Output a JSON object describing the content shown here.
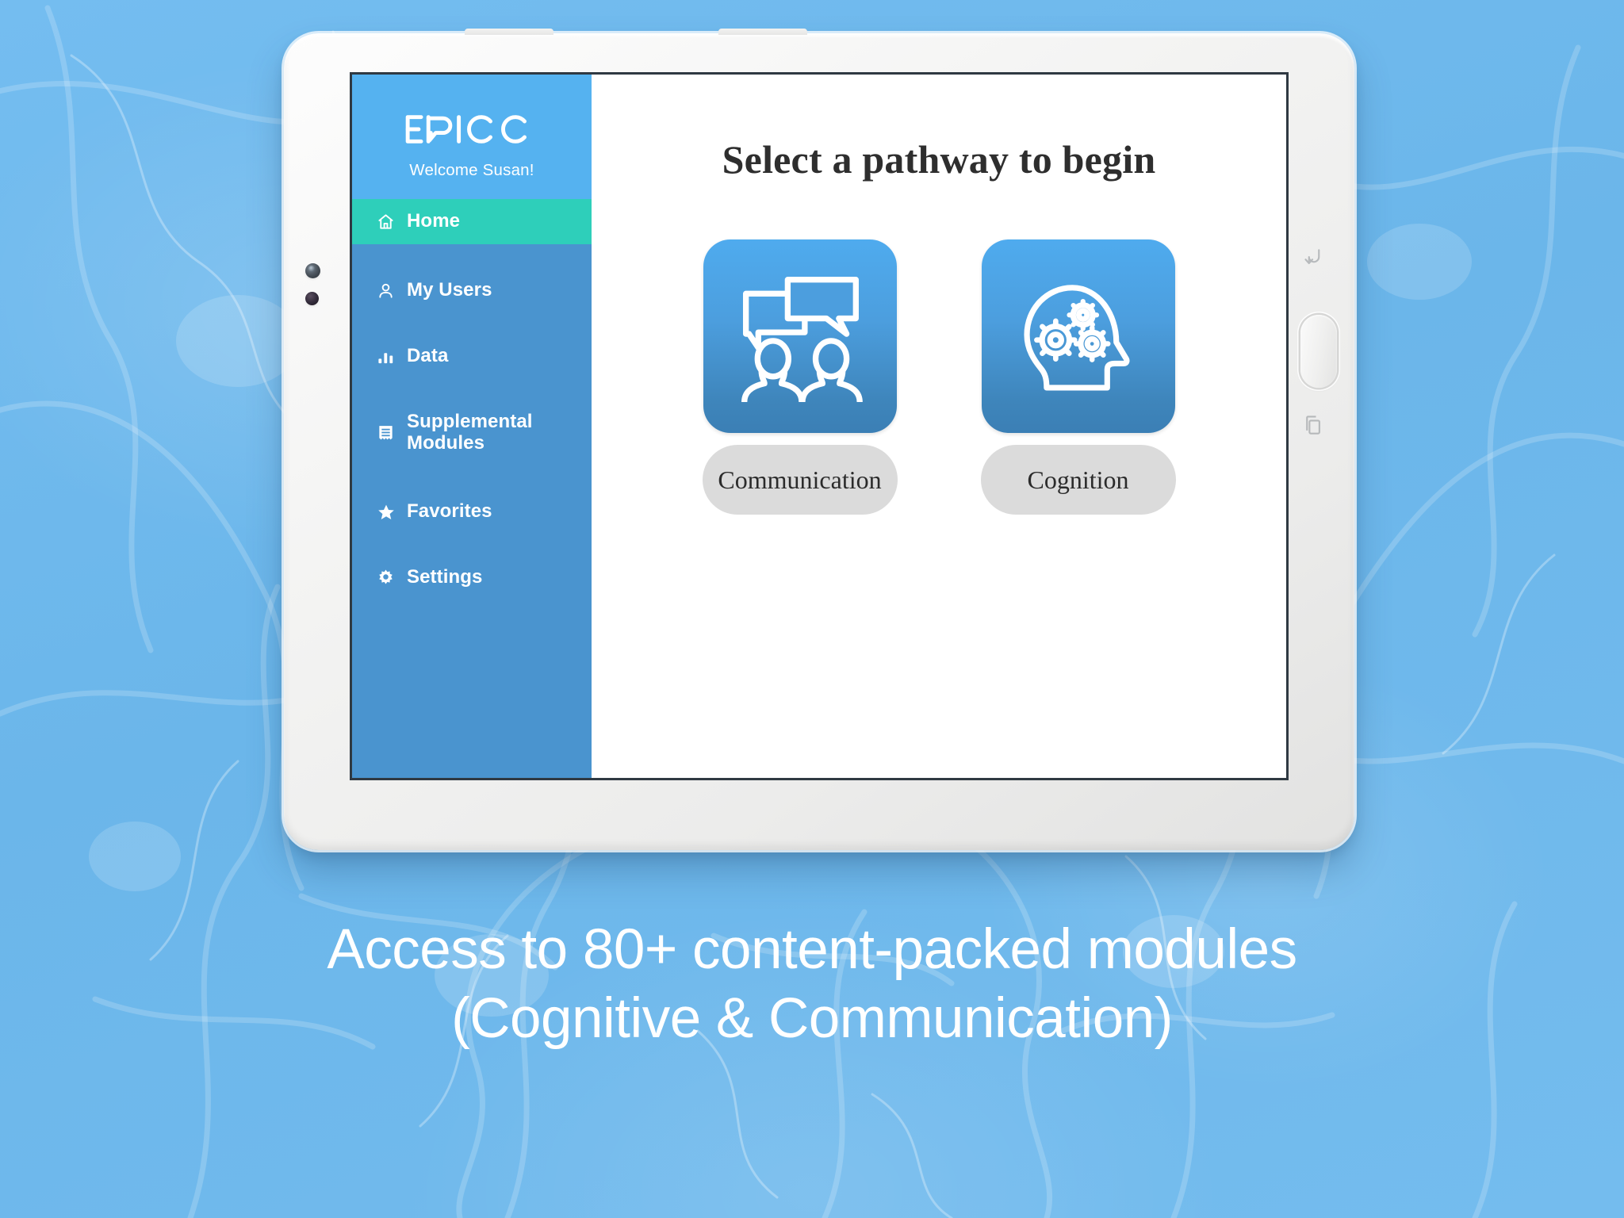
{
  "background": {
    "color": "#6fb9ed",
    "motif": "neuron-network"
  },
  "device": {
    "type": "tablet",
    "body_color": "#f1f1f0",
    "hardware": {
      "back_icon": "back-arrow-icon",
      "home_button": "home-button",
      "recents_icon": "recent-apps-icon",
      "camera": "front-camera",
      "light_sensor": "light-sensor"
    }
  },
  "app": {
    "sidebar": {
      "brand": "EPICC",
      "welcome": "Welcome Susan!",
      "header_color": "#55b2f0",
      "body_color": "#4a94cf",
      "active_color": "#2ecfba",
      "items": [
        {
          "label": "Home",
          "icon": "home-icon",
          "active": true
        },
        {
          "label": "My Users",
          "icon": "user-icon",
          "active": false
        },
        {
          "label": "Data",
          "icon": "bar-chart-icon",
          "active": false
        },
        {
          "label": "Supplemental\nModules",
          "icon": "document-icon",
          "active": false
        },
        {
          "label": "Favorites",
          "icon": "star-icon",
          "active": false
        },
        {
          "label": "Settings",
          "icon": "gear-icon",
          "active": false
        }
      ]
    },
    "main": {
      "title": "Select a pathway to begin",
      "pathways": [
        {
          "label": "Communication",
          "icon": "speech-bubbles-people-icon",
          "tile_gradient_top": "#4fabee",
          "tile_gradient_bottom": "#3b7fb5"
        },
        {
          "label": "Cognition",
          "icon": "head-gears-icon",
          "tile_gradient_top": "#4fabee",
          "tile_gradient_bottom": "#3b7fb5"
        }
      ]
    }
  },
  "caption": {
    "line1": "Access to 80+ content-packed modules",
    "line2": "(Cognitive & Communication)"
  }
}
